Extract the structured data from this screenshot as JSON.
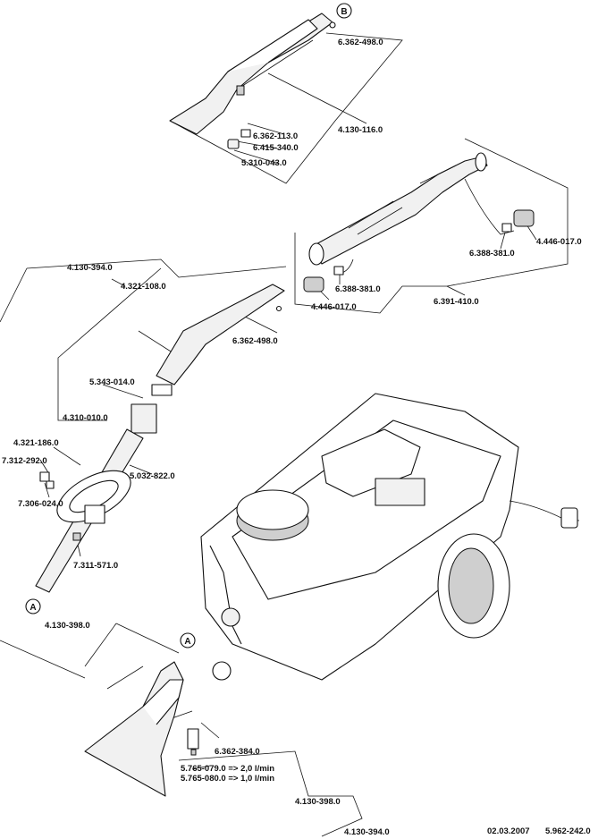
{
  "labels": {
    "hand_tool_top_nut": "6.362-498.0",
    "hand_tool_top_assembly": "4.130-116.0",
    "hand_tool_top_oring": "6.362-113.0",
    "hand_tool_top_seal": "6.415-340.0",
    "hand_tool_top_nozzle": "5.310-043.0",
    "hose_set": "6.391-410.0",
    "hose_coupling_right": "4.446-017.0",
    "hose_ring_right": "6.388-381.0",
    "hose_ring_left": "6.388-381.0",
    "hose_coupling_left": "4.446-017.0",
    "wand_set": "4.130-394.0",
    "wand_handle": "4.321-108.0",
    "wand_handle_nut": "6.362-498.0",
    "wand_sleeve": "5.343-014.0",
    "wand_bend": "4.310-010.0",
    "wand_grip": "4.321-186.0",
    "wand_screw": "7.312-292.0",
    "wand_tube": "5.032-822.0",
    "wand_washer": "7.306-024.0",
    "wand_clip": "7.311-571.0",
    "floor_tool_assembly": "4.130-398.0",
    "floor_tool_oring": "6.362-384.0",
    "floor_tool_nozzle_2l": "5.765-079.0 => 2,0 l/min",
    "floor_tool_nozzle_1l": "5.765-080.0 => 1,0 l/min",
    "floor_tool_assembly_2": "4.130-398.0",
    "floor_tool_set": "4.130-394.0"
  },
  "refs": {
    "b": "B",
    "a_wand": "A",
    "a_floor": "A"
  },
  "footer": {
    "date": "02.03.2007",
    "drawing_no": "5.962-242.0"
  }
}
